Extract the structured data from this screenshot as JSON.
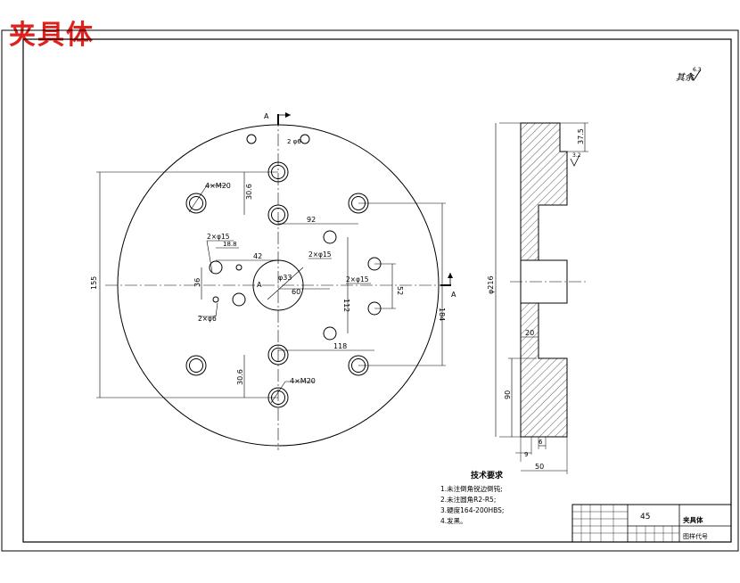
{
  "stamp_title": "夹具体",
  "surface_note": "其余",
  "roughness_symbol": "6.3",
  "section_marks": {
    "top": "A",
    "right": "A",
    "center": "A"
  },
  "front_view": {
    "hole_top_small": "2\n φ6",
    "m20_top": "4×M20",
    "m20_bottom": "4×M20",
    "d15_left": "2×φ15",
    "d15_mid": "2×φ15",
    "d15_right": "2×φ15",
    "d6_label": "2×φ6",
    "center_bore": "φ33",
    "dims": {
      "d30_6_top": "30.6",
      "d30_6_bot": "30.6",
      "d92": "92",
      "d42": "42",
      "d18_8": "18.8",
      "d36": "36",
      "d60": "60",
      "d112": "112",
      "d52": "52",
      "d118": "118",
      "d155": "155",
      "d184": "184"
    }
  },
  "side_view": {
    "dims": {
      "d37_5": "37.5",
      "d216": "φ216",
      "d20": "20",
      "d90": "90",
      "d9": "9",
      "d6": "6",
      "d50": "50"
    },
    "roughness": "3.2"
  },
  "tech_requirements": {
    "title": "技术要求",
    "items": [
      "1.未注倒角锐边倒钝;",
      "2.未注圆角R2-R5;",
      "3.硬度164-200HBS;",
      "4.发黑。"
    ]
  },
  "title_block": {
    "part_name": "夹具体",
    "material": "45",
    "drawing_no": "图样代号"
  }
}
